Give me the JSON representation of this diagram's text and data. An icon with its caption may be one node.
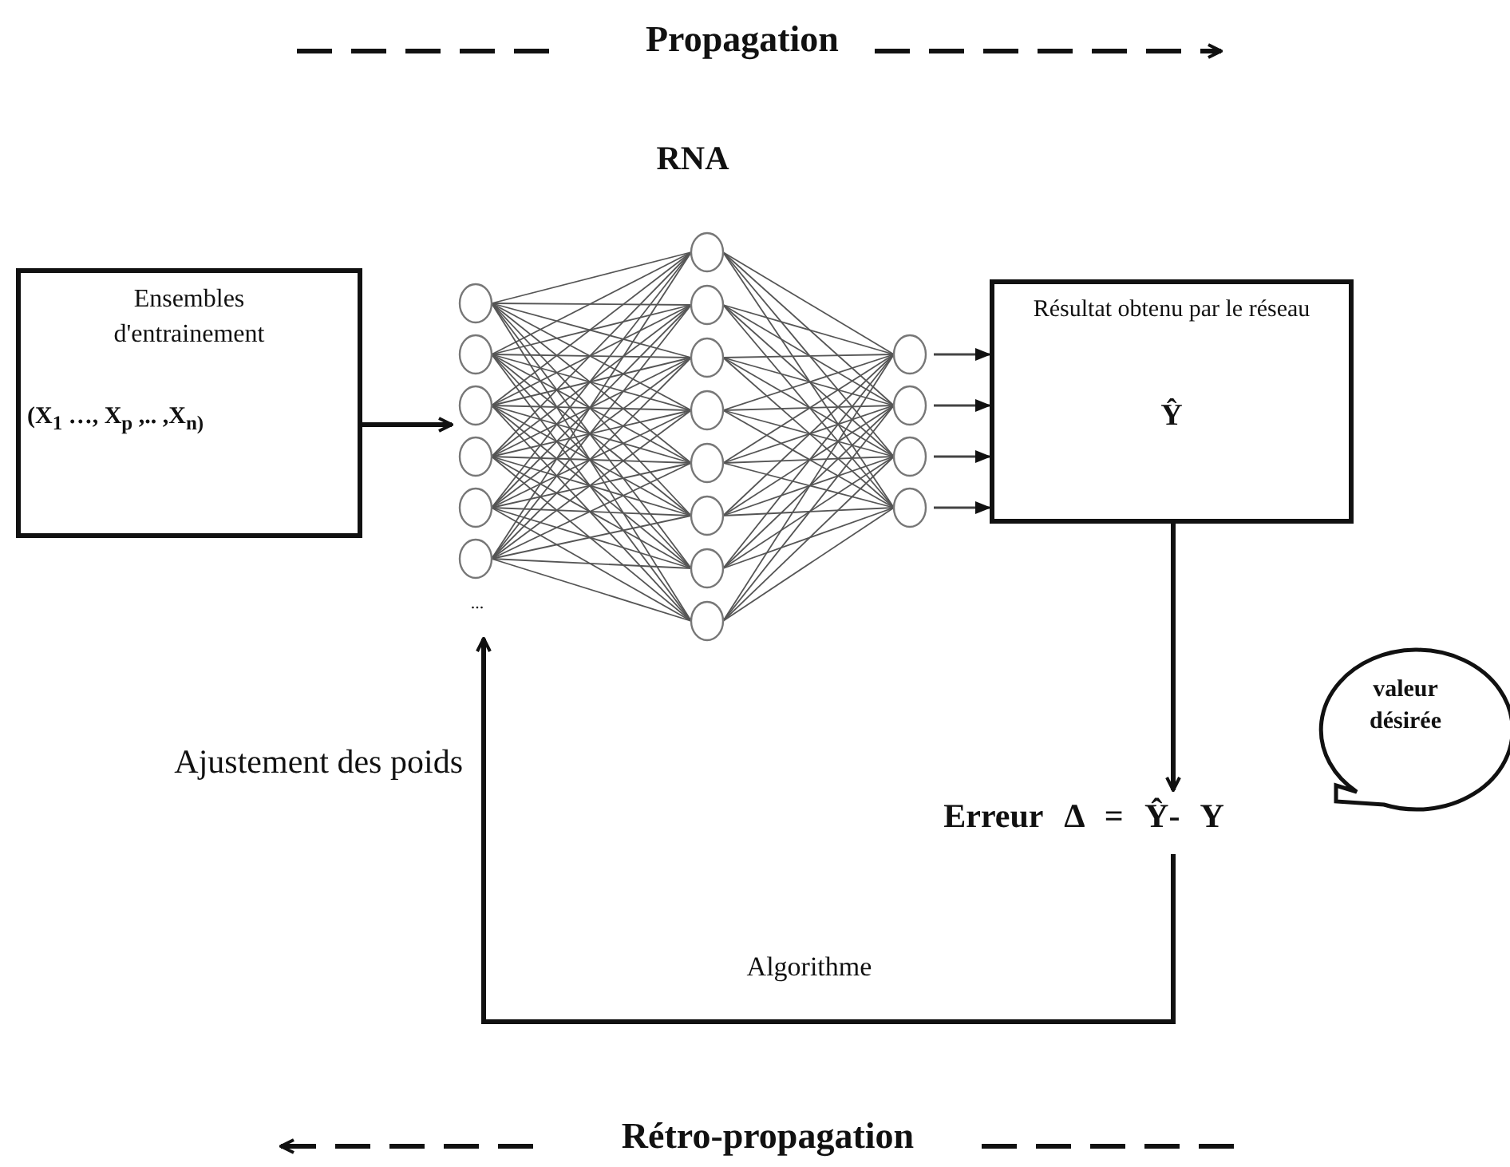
{
  "diagram": {
    "nodes": [
      {
        "text": [
          "Ensembles d'entrainement",
          "(X$_{1}$ …, X$_{p}$ ,.. ,X$_{n)}$"
        ]
      },
      {
        "text": [
          "RNA"
        ]
      },
      {
        "text": [
          "Résultat obtenu par le réseau",
          "Ŷ"
        ]
      },
      {
        "text": [
          "Erreur Δ = Ŷ- Y"
        ]
      },
      {
        "text": [
          "valeur désirée"
        ]
      }
    ],
    "edges": [
      {
        "from": 0,
        "to": 1,
        "arrow": "to",
        "style": "thick"
      },
      {
        "from": 1,
        "to": 2,
        "arrow": "to"
      },
      {
        "from": 1,
        "to": 2,
        "arrow": "to"
      },
      {
        "from": 1,
        "to": 2,
        "arrow": "to"
      },
      {
        "from": 1,
        "to": 2,
        "arrow": "to"
      },
      {
        "from": 2,
        "to": 3,
        "arrow": "to",
        "style": "thick"
      },
      {
        "from": 3,
        "to": 1,
        "arrow": "to",
        "label": "Algorithme",
        "style": "thick"
      }
    ],
    "labels": [
      "Propagation",
      "...",
      "Ajustement des poids",
      "Rétro-propagation"
    ]
  }
}
